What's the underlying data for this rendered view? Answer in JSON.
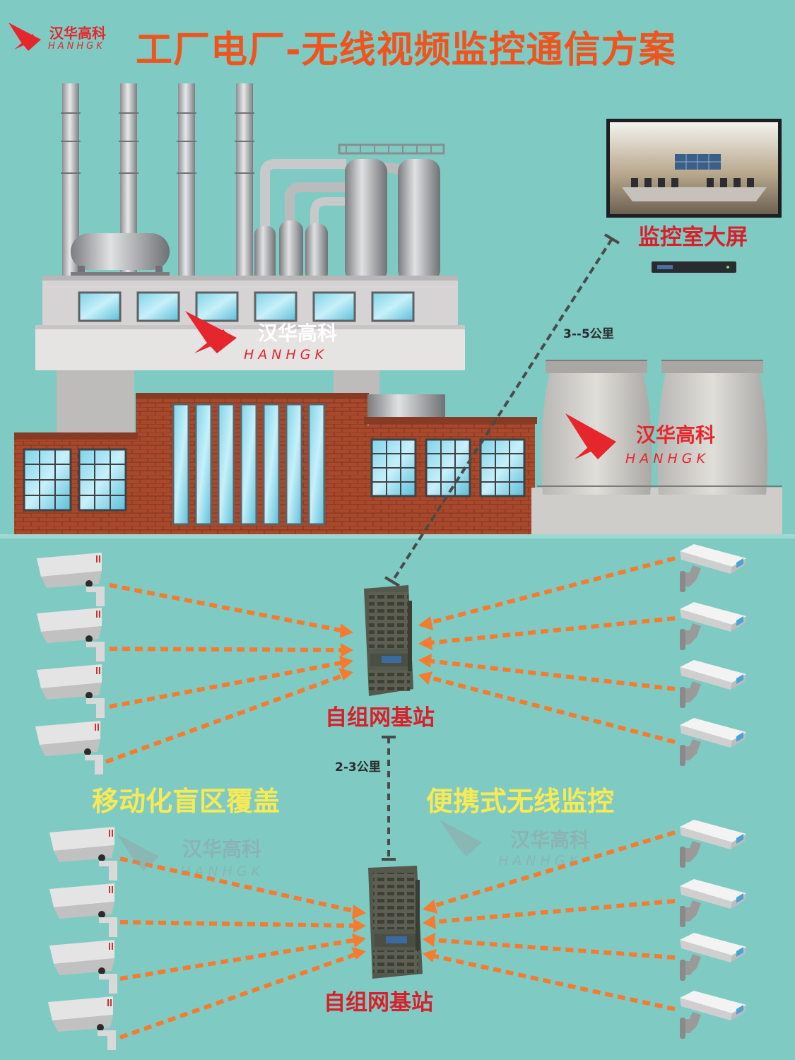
{
  "title": "工厂电厂-无线视频监控通信方案",
  "logo": {
    "cn": "汉华高科",
    "en": "HANHGK",
    "color": "#e5262d"
  },
  "labels": {
    "monitor_room": "监控室大屏",
    "distance_main": "3--5公里",
    "distance_relay": "2-3公里",
    "base_station_1": "自组网基站",
    "base_station_2": "自组网基站",
    "coverage": "移动化盲区覆盖",
    "portable": "便携式无线监控"
  },
  "colors": {
    "background": "#7fcbc3",
    "title": "#f0541e",
    "label_red": "#d81f2a",
    "highlight_yellow": "#f8ea54",
    "signal_arrow": "#f57b2e",
    "backhaul_line": "#4a4a4a"
  }
}
